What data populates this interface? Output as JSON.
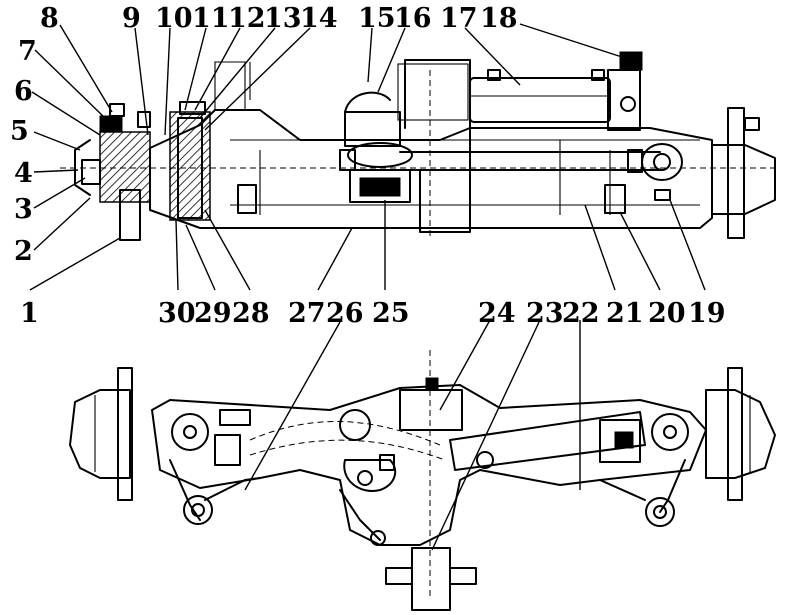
{
  "callouts": {
    "top": [
      "8",
      "9",
      "10",
      "11",
      "12",
      "13",
      "14",
      "15",
      "16",
      "17",
      "18"
    ],
    "left": [
      "7",
      "6",
      "5",
      "4",
      "3",
      "2",
      "1"
    ],
    "bottom": [
      "30",
      "29",
      "28",
      "27",
      "26",
      "25",
      "24",
      "23",
      "22",
      "21",
      "20",
      "19"
    ]
  }
}
